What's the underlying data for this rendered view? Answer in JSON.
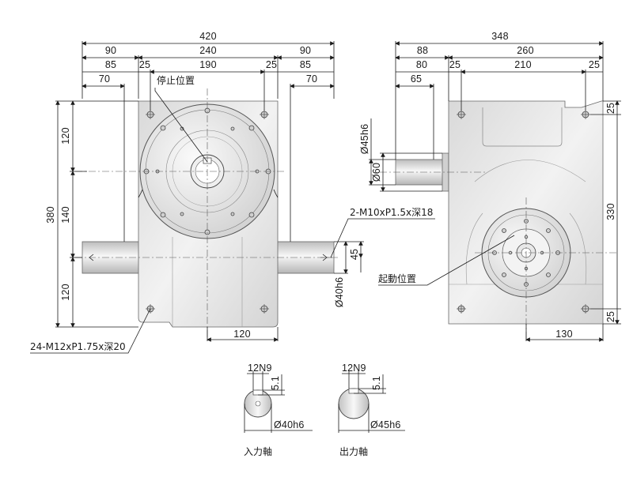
{
  "front_view": {
    "dims": {
      "overall_width": "420",
      "left_90": "90",
      "mid_240": "240",
      "right_90": "90",
      "left_85": "85",
      "left_25": "25",
      "mid_190": "190",
      "right_25": "25",
      "right_85": "85",
      "left_70": "70",
      "right_70": "70",
      "height_380": "380",
      "upper_120": "120",
      "mid_140": "140",
      "lower_120": "120",
      "bottom_120": "120",
      "shaft_45": "45",
      "shaft_dia": "Ø40h6"
    },
    "labels": {
      "stop_position": "停止位置",
      "tapped_side": "2-M10xP1.5x深18",
      "tapped_face": "24-M12xP1.75x深20"
    }
  },
  "side_view": {
    "dims": {
      "overall_width": "348",
      "left_88": "88",
      "mid_260": "260",
      "left_80": "80",
      "left_25": "25",
      "mid_210": "210",
      "right_25": "25",
      "left_65": "65",
      "shaft_dia_45": "Ø45h6",
      "shaft_dia_60": "Ø60",
      "height_330": "330",
      "top_25": "25",
      "bottom_25": "25",
      "bottom_130": "130"
    },
    "labels": {
      "start_position": "起動位置"
    }
  },
  "shaft_details": {
    "input": {
      "key": "12N9",
      "depth": "5.1",
      "diameter": "Ø40h6",
      "caption": "入力軸"
    },
    "output": {
      "key": "12N9",
      "depth": "5.1",
      "diameter": "Ø45h6",
      "caption": "出力軸"
    }
  }
}
